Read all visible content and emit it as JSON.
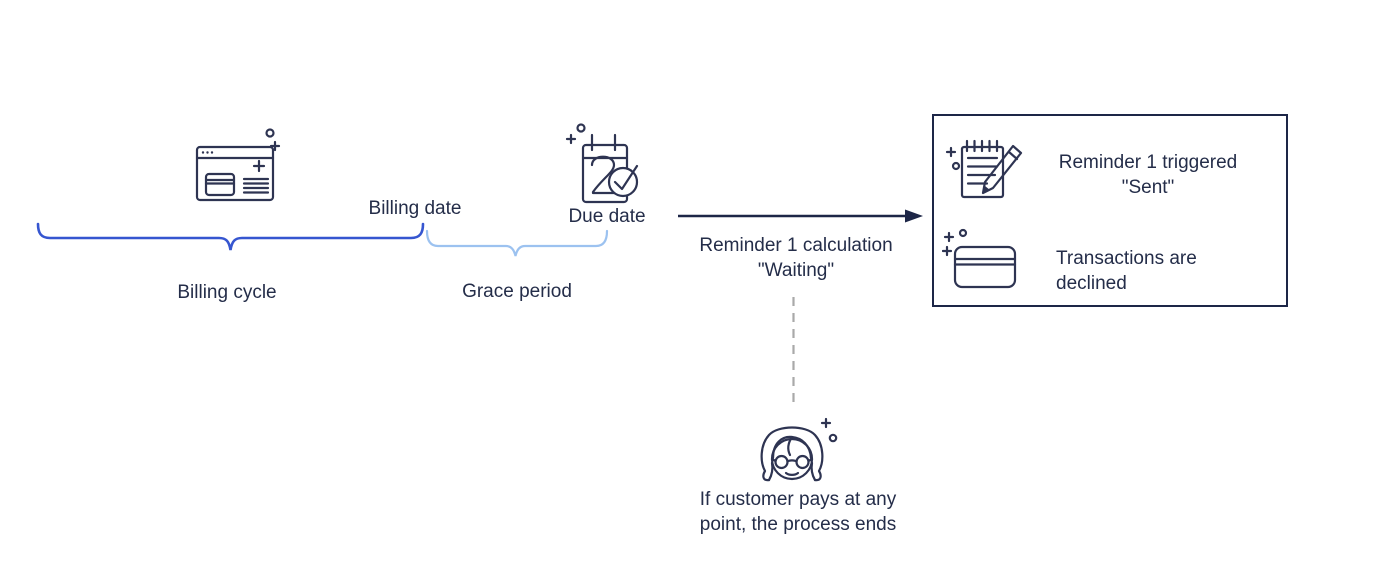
{
  "colors": {
    "background": "#ffffff",
    "text": "#242d49",
    "line_dark": "#1d2647",
    "icon_stroke": "#2e3452",
    "brace_primary": "#3656d0",
    "brace_secondary": "#9cc2f0",
    "dashed": "#a9a9a9"
  },
  "timeline": {
    "billing_date": "Billing date",
    "due_date": "Due date",
    "billing_cycle": "Billing cycle",
    "grace_period": "Grace period"
  },
  "flow": {
    "arrow_label_line1": "Reminder 1 calculation",
    "arrow_label_line2": "\"Waiting\""
  },
  "outcome_box": {
    "reminder_line1": "Reminder 1 triggered",
    "reminder_line2": "\"Sent\"",
    "transactions_line1": "Transactions are",
    "transactions_line2": "declined"
  },
  "customer": {
    "note_line1": "If customer pays at any",
    "note_line2": "point, the process ends"
  },
  "icons": {
    "invoice": "browser-invoice-icon",
    "due_date": "calendar-check-icon",
    "reminder": "notepad-pencil-icon",
    "card": "credit-card-icon",
    "customer": "person-customer-icon"
  }
}
